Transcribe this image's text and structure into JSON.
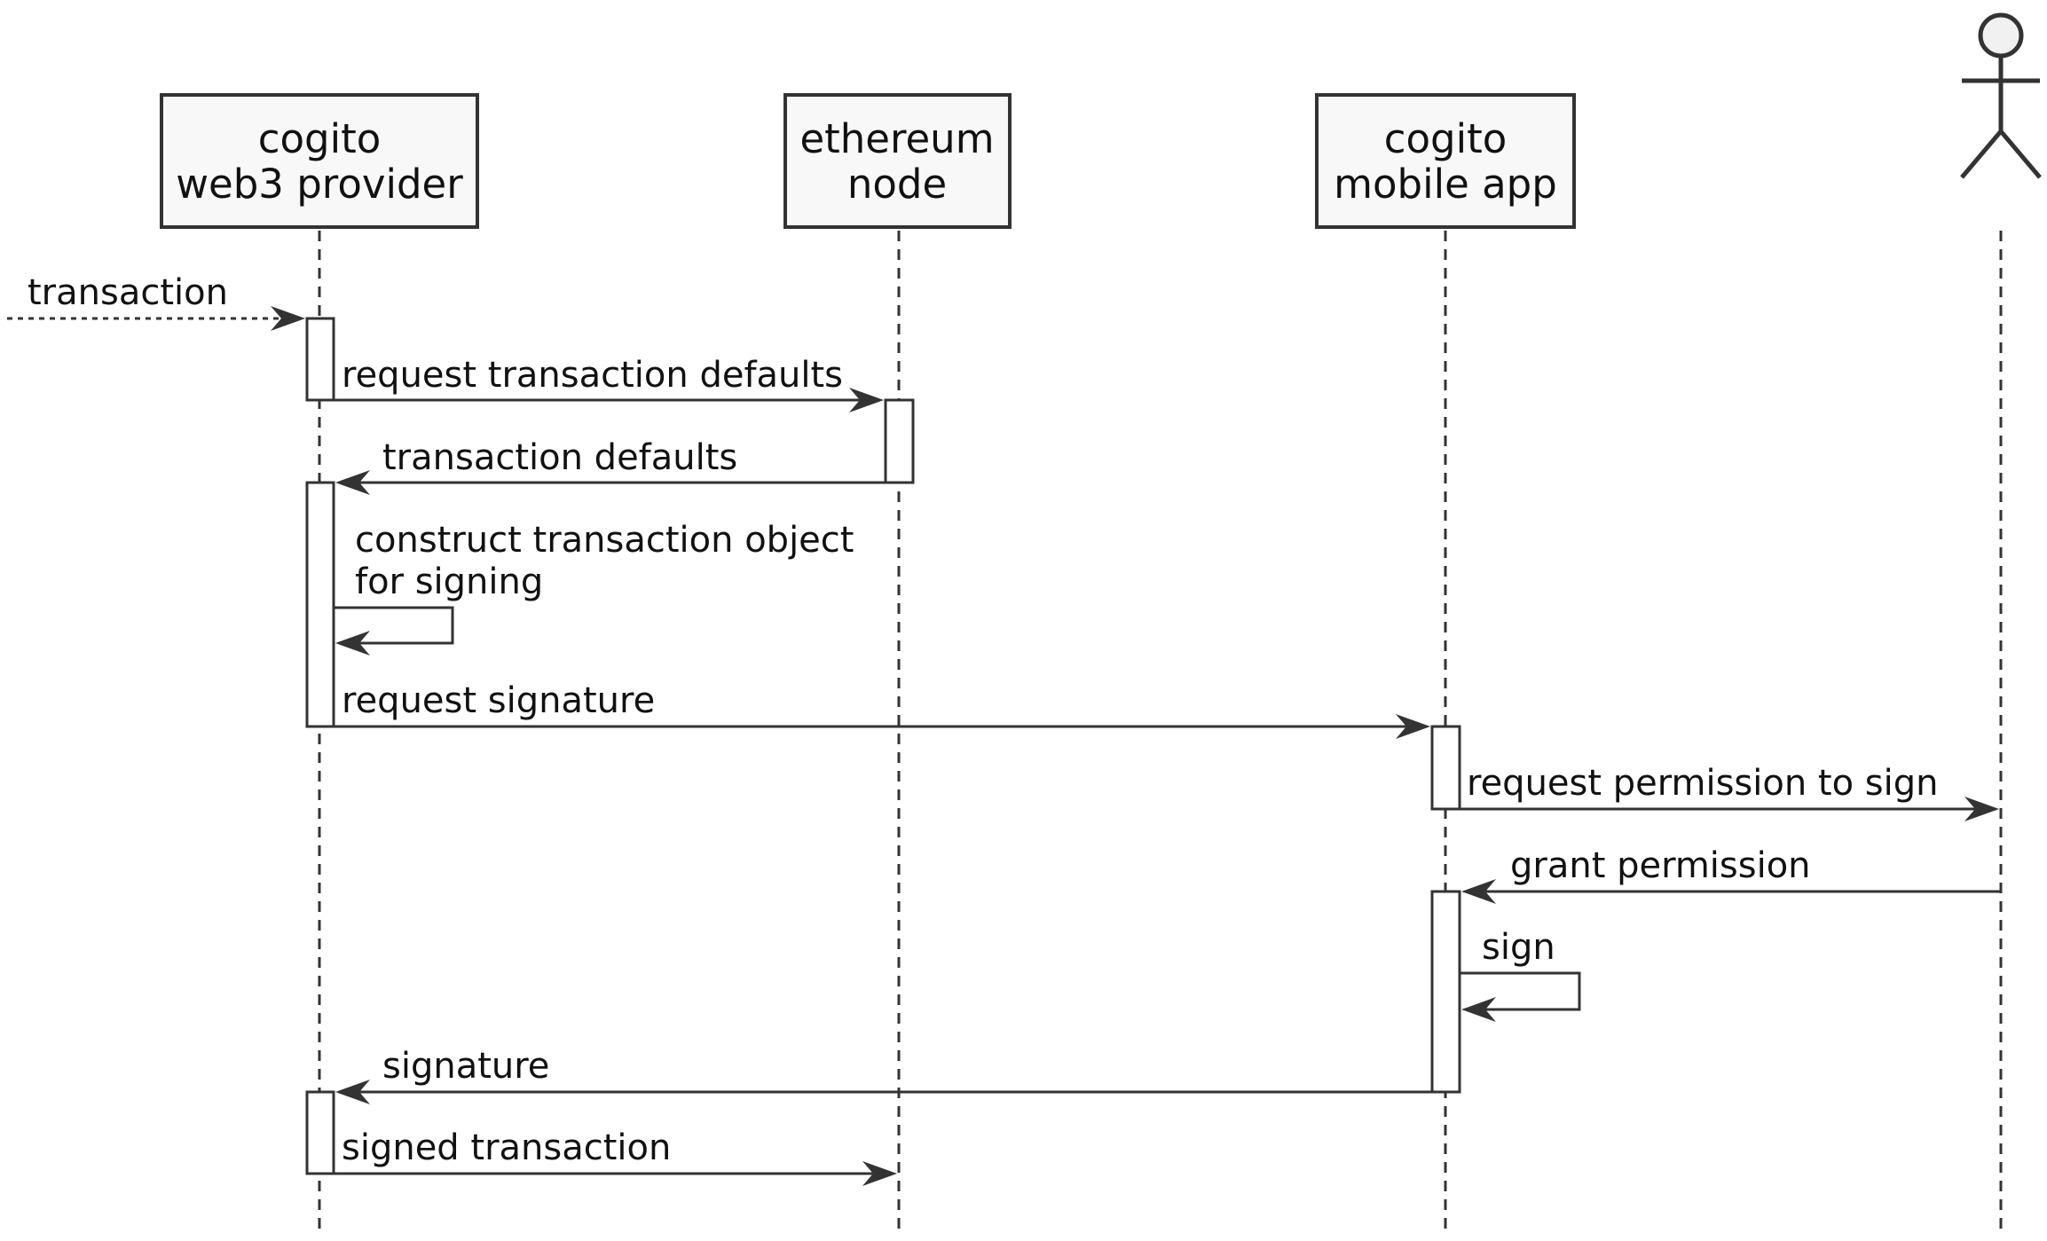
{
  "participants": {
    "web3_provider": {
      "line1": "cogito",
      "line2": "web3 provider"
    },
    "ethereum_node": {
      "line1": "ethereum",
      "line2": "node"
    },
    "mobile_app": {
      "line1": "cogito",
      "line2": "mobile app"
    }
  },
  "messages": {
    "m1": "transaction",
    "m2": "request transaction defaults",
    "m3": "transaction defaults",
    "m4a": "construct transaction object",
    "m4b": "for signing",
    "m5": "request signature",
    "m6": "request permission to sign",
    "m7": "grant permission",
    "m8": "sign",
    "m9": "signature",
    "m10": "signed transaction"
  },
  "colors": {
    "line": "#333333",
    "participant_fill": "#f8f8f8",
    "actor_fill": "#f1f1f1",
    "background": "#ffffff"
  }
}
